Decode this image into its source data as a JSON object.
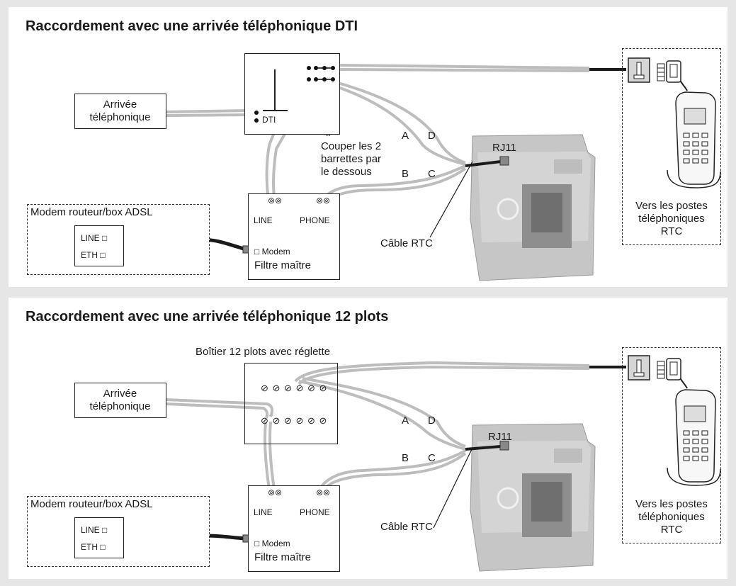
{
  "section1": {
    "title": "Raccordement avec une arrivée téléphonique DTI",
    "incoming_label": "Arrivée\ntéléphonique",
    "dti_label": "DTI",
    "cut_note": "Couper les 2\nbarrettes par\nle dessous",
    "wire_letters": {
      "a": "A",
      "b": "B",
      "c": "C",
      "d": "D"
    },
    "rj11_label": "RJ11",
    "cable_label": "Câble RTC",
    "filter": {
      "line": "LINE",
      "phone": "PHONE",
      "modem": "Modem",
      "name": "Filtre maître"
    },
    "modem": {
      "title": "Modem routeur/box ADSL",
      "line": "LINE",
      "eth": "ETH"
    },
    "phones_label": "Vers les postes\ntéléphoniques\nRTC"
  },
  "section2": {
    "title": "Raccordement avec une arrivée téléphonique 12 plots",
    "box_label": "Boîtier 12 plots avec réglette",
    "incoming_label": "Arrivée\ntéléphonique",
    "wire_letters": {
      "a": "A",
      "b": "B",
      "c": "C",
      "d": "D"
    },
    "rj11_label": "RJ11",
    "cable_label": "Câble RTC",
    "filter": {
      "line": "LINE",
      "phone": "PHONE",
      "modem": "Modem",
      "name": "Filtre maître"
    },
    "modem": {
      "title": "Modem routeur/box ADSL",
      "line": "LINE",
      "eth": "ETH"
    },
    "phones_label": "Vers les postes\ntéléphoniques\nRTC"
  },
  "colors": {
    "background": "#e6e6e6",
    "panel": "#ffffff",
    "line": "#222222",
    "wire": "#bdbdbd",
    "device": "#c9c9c9"
  }
}
